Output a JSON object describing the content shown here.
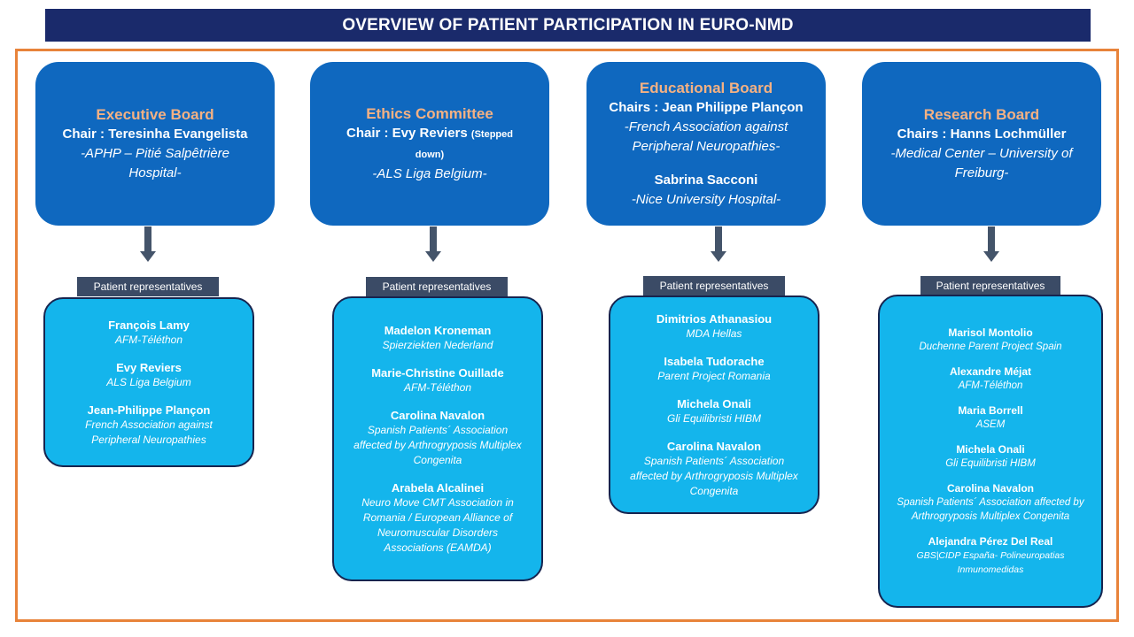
{
  "title": "OVERVIEW OF PATIENT PARTICIPATION IN EURO-NMD",
  "colors": {
    "title_bg": "#1a2a6b",
    "frame": "#e8833a",
    "board_bg": "#0f68bf",
    "board_title": "#f4b183",
    "rep_bg": "#14b5ec",
    "rep_border": "#16244f",
    "label_bg": "#3b4b66"
  },
  "boards": [
    {
      "title": "Executive Board",
      "chair": "Chair : Teresinha Evangelista",
      "org": "-APHP – Pitié Salpêtrière Hospital-"
    },
    {
      "title": "Ethics Committee",
      "chair": "Chair : Evy Reviers",
      "chair_note": "(Stepped down)",
      "org": "-ALS Liga Belgium-"
    },
    {
      "title": "Educational  Board",
      "chair": "Chairs : Jean Philippe Plançon",
      "org": "-French Association against Peripheral Neuropathies-",
      "second_chair": "Sabrina Sacconi",
      "second_org": "-Nice University Hospital-"
    },
    {
      "title": "Research Board",
      "chair": "Chairs : Hanns Lochmüller",
      "org": "-Medical Center – University of Freiburg-"
    }
  ],
  "patient_label": "Patient representatives",
  "representatives": [
    [
      {
        "name": "François Lamy",
        "org": "AFM-Téléthon"
      },
      {
        "name": "Evy Reviers",
        "org": "ALS Liga Belgium"
      },
      {
        "name": "Jean-Philippe Plançon",
        "org": "French Association against Peripheral Neuropathies"
      }
    ],
    [
      {
        "name": "Madelon Kroneman",
        "org": "Spierziekten Nederland"
      },
      {
        "name": "Marie-Christine Ouillade",
        "org": "AFM-Téléthon"
      },
      {
        "name": "Carolina Navalon",
        "org": "Spanish Patients´ Association affected by Arthrogryposis Multiplex Congenita"
      },
      {
        "name": "Arabela Alcalinei",
        "org": "Neuro Move CMT Association in Romania / European Alliance of Neuromuscular Disorders Associations (EAMDA)"
      }
    ],
    [
      {
        "name": "Dimitrios Athanasiou",
        "org": "MDA Hellas"
      },
      {
        "name": "Isabela Tudorache",
        "org": "Parent Project Romania"
      },
      {
        "name": "Michela Onali",
        "org": "Gli Equilibristi HIBM"
      },
      {
        "name": "Carolina Navalon",
        "org": "Spanish Patients´ Association affected by Arthrogryposis Multiplex Congenita"
      }
    ],
    [
      {
        "name": "Marisol Montolio",
        "org": "Duchenne Parent Project Spain"
      },
      {
        "name": "Alexandre Méjat",
        "org": "AFM-Téléthon"
      },
      {
        "name": "Maria Borrell",
        "org": "ASEM"
      },
      {
        "name": "Michela Onali",
        "org": "Gli Equilibristi  HIBM"
      },
      {
        "name": "Carolina Navalon",
        "org": "Spanish  Patients´ Association affected by Arthrogryposis Multiplex Congenita"
      },
      {
        "name": "Alejandra Pérez Del Real",
        "org": "GBS|CIDP España- Polineuropatias Inmunomedidas"
      }
    ]
  ]
}
